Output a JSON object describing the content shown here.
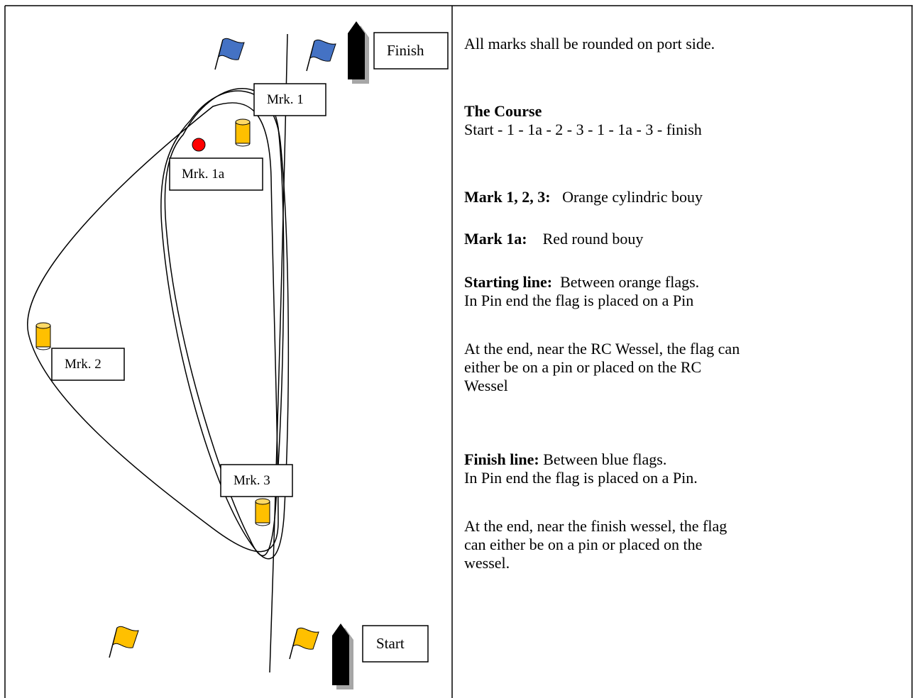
{
  "diagram": {
    "boats": {
      "finish_label": "Finish",
      "start_label": "Start"
    },
    "marks": {
      "mark1_label": "Mrk. 1",
      "mark1a_label": "Mrk. 1a",
      "mark2_label": "Mrk. 2",
      "mark3_label": "Mrk. 3"
    },
    "colors": {
      "blue_flag": "#4472c4",
      "orange_flag": "#ffc000",
      "orange_buoy": "#ffc000",
      "red_buoy": "#ff0000",
      "boat": "#000000",
      "boat_shadow": "#a6a6a6"
    }
  },
  "instructions": {
    "intro": "All marks shall be rounded on port side.",
    "course_heading": "The Course",
    "course_sequence": "Start - 1 - 1a - 2 - 3 - 1 - 1a - 3 - finish",
    "mark123_label": "Mark 1, 2, 3:",
    "mark123_desc": "Orange cylindric bouy",
    "mark1a_label": "Mark 1a:",
    "mark1a_desc": "Red round bouy",
    "start_label": "Starting line:",
    "start_desc": "Between orange flags.",
    "start_pin": "In Pin end the flag is placed on a Pin",
    "start_end_line1": "At the end, near the RC Wessel, the flag can",
    "start_end_line2": "either be on a pin or placed on the RC",
    "start_end_line3": "Wessel",
    "finish_label": "Finish line:",
    "finish_desc": "Between blue flags.",
    "finish_pin": "In Pin end the flag is placed on a Pin.",
    "finish_end_line1": "At the end, near the finish wessel, the flag",
    "finish_end_line2": "can either be on a pin or placed on the",
    "finish_end_line3": "wessel."
  }
}
